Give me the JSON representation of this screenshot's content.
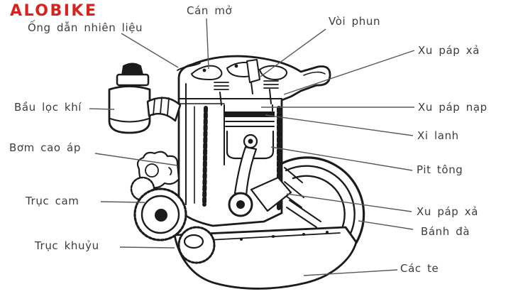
{
  "logo": {
    "text": "ALOBIKE",
    "color": "#d7231f"
  },
  "colors": {
    "background": "#ffffff",
    "label_text": "#3d3d3d",
    "leader_line": "#5a5a5a",
    "drawing_line": "#1b1b1b"
  },
  "diagram_subject": "Single-cylinder diesel engine cutaway with Vietnamese part labels",
  "labels": [
    {
      "id": "ong-dan-nhien-lieu",
      "text": "Ống dẫn nhiên liệu"
    },
    {
      "id": "can-mo",
      "text": "Cán mở"
    },
    {
      "id": "voi-phun",
      "text": "Vòi phun"
    },
    {
      "id": "xu-pap-xa-top",
      "text": "Xu páp xả"
    },
    {
      "id": "bau-loc-khi",
      "text": "Bầu lọc khí"
    },
    {
      "id": "xu-pap-nap",
      "text": "Xu páp nạp"
    },
    {
      "id": "xi-lanh",
      "text": "Xi lanh"
    },
    {
      "id": "bom-cao-ap",
      "text": "Bơm cao áp"
    },
    {
      "id": "pit-tong",
      "text": "Pit tông"
    },
    {
      "id": "truc-cam",
      "text": "Trục cam"
    },
    {
      "id": "xu-pap-xa-lower",
      "text": "Xu páp xả"
    },
    {
      "id": "banh-da",
      "text": "Bánh đà"
    },
    {
      "id": "truc-khuyu",
      "text": "Trục khuỷu"
    },
    {
      "id": "cac-te",
      "text": "Các te"
    }
  ]
}
